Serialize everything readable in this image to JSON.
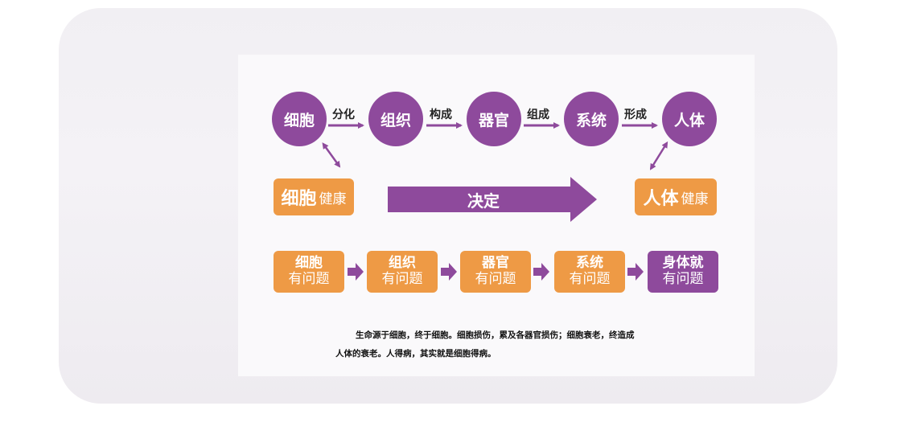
{
  "chain": {
    "nodes": [
      "细胞",
      "组织",
      "器官",
      "系统",
      "人体"
    ],
    "verbs": [
      "分化",
      "构成",
      "组成",
      "形成"
    ]
  },
  "health": {
    "left_big": "细胞",
    "left_small": "健康",
    "right_big": "人体",
    "right_small": "健康",
    "decide": "决定"
  },
  "problems": [
    {
      "top": "细胞",
      "bottom": "有问题"
    },
    {
      "top": "组织",
      "bottom": "有问题"
    },
    {
      "top": "器官",
      "bottom": "有问题"
    },
    {
      "top": "系统",
      "bottom": "有问题"
    },
    {
      "top": "身体就",
      "bottom": "有问题"
    }
  ],
  "caption": {
    "line1": "生命源于细胞，终于细胞。细胞损伤，累及各器官损伤；细胞衰老，终造成",
    "line2": "人体的衰老。人得病，其实就是细胞得病。"
  },
  "colors": {
    "purple": "#8e4a9c",
    "orange": "#ee9a45"
  }
}
